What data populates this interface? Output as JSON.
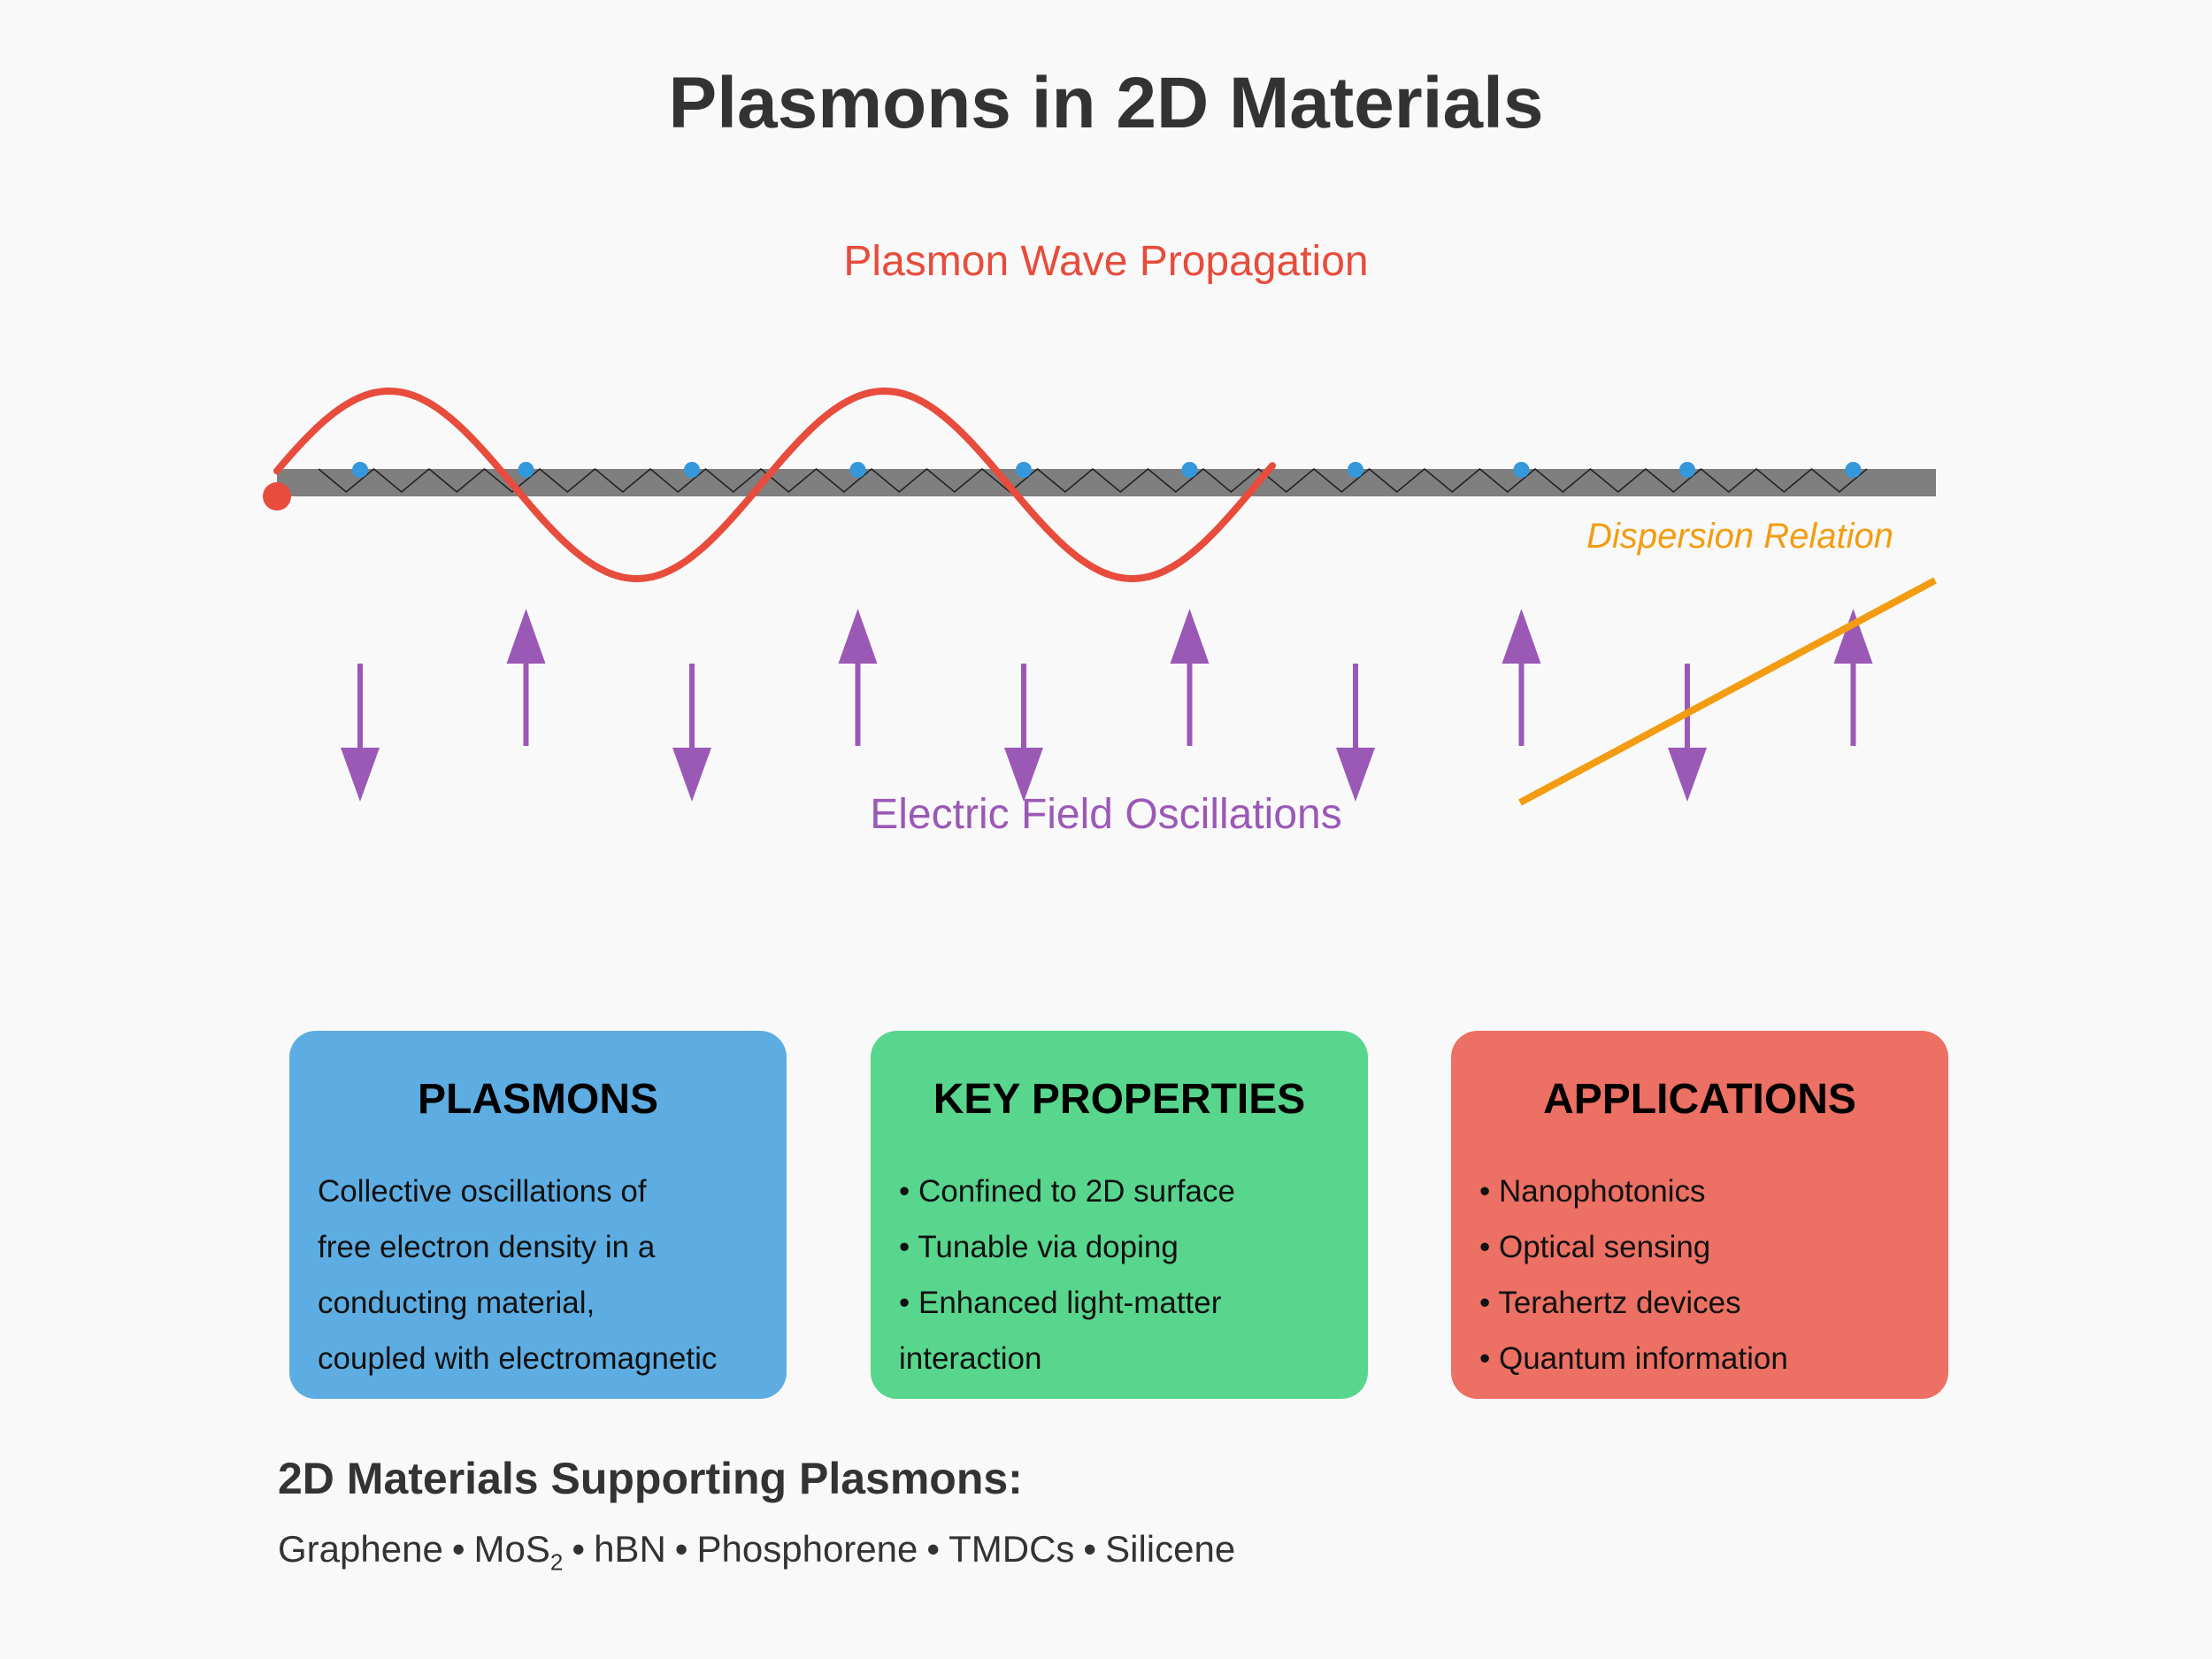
{
  "title": "Plasmons in 2D Materials",
  "diagram": {
    "wave_label": "Plasmon Wave Propagation",
    "field_label": "Electric Field Oscillations",
    "dispersion_label": "Dispersion Relation",
    "colors": {
      "wave": "#e74c3c",
      "layer": "#7f7f7f",
      "electron": "#3498db",
      "field": "#9b59b6",
      "dispersion": "#f39c12"
    },
    "field_arrow_directions": [
      "down",
      "up",
      "down",
      "up",
      "down",
      "up",
      "down",
      "up",
      "down",
      "up"
    ]
  },
  "cards": [
    {
      "heading": "PLASMONS",
      "lines": [
        "Collective oscillations of",
        "free electron density in a",
        "conducting material,",
        "coupled with electromagnetic"
      ]
    },
    {
      "heading": "KEY PROPERTIES",
      "lines": [
        "• Confined to 2D surface",
        "• Tunable via doping",
        "• Enhanced light-matter",
        "interaction"
      ]
    },
    {
      "heading": "APPLICATIONS",
      "lines": [
        "• Nanophotonics",
        "• Optical sensing",
        "• Terahertz devices",
        "• Quantum information"
      ]
    }
  ],
  "materials": {
    "title": "2D Materials Supporting Plasmons:",
    "items": [
      {
        "base": "Graphene",
        "sub": ""
      },
      {
        "base": "MoS",
        "sub": "2"
      },
      {
        "base": "hBN",
        "sub": ""
      },
      {
        "base": "Phosphorene",
        "sub": ""
      },
      {
        "base": "TMDCs",
        "sub": ""
      },
      {
        "base": "Silicene",
        "sub": ""
      }
    ],
    "separator": "•"
  }
}
